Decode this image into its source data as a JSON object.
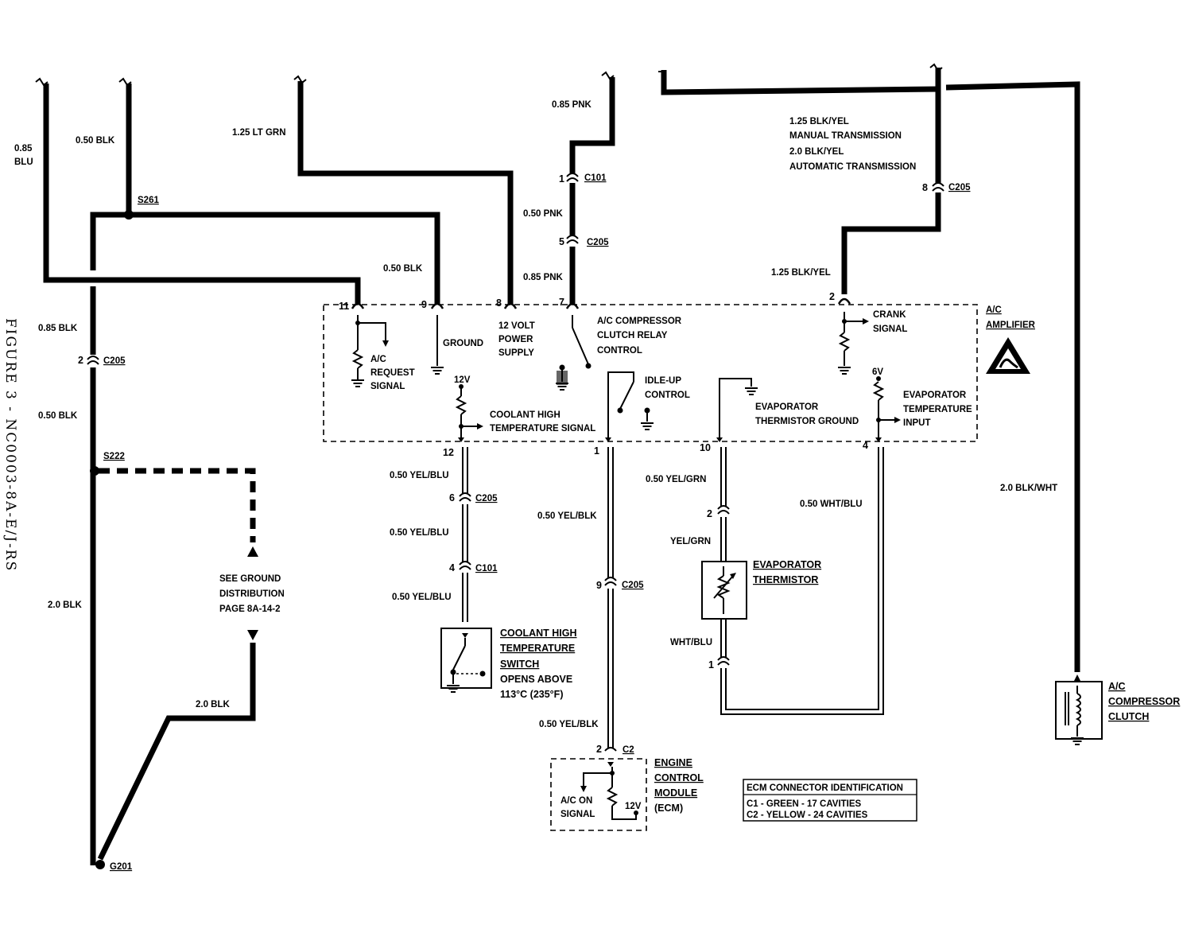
{
  "figure_caption": "FIGURE 3 - NC0003-8A-E/J-RS",
  "wires": {
    "w_085_blu": "0.85\nBLU",
    "w_050_blk_top": "0.50 BLK",
    "w_125_lt_grn": "1.25 LT GRN",
    "w_085_pnk_top": "0.85 PNK",
    "w_050_pnk": "0.50 PNK",
    "w_085_pnk_mid": "0.85 PNK",
    "w_050_blk_pin9": "0.50 BLK",
    "w_085_blk": "0.85 BLK",
    "w_050_blk_left": "0.50 BLK",
    "w_20_blk_left": "2.0 BLK",
    "w_20_blk_lower": "2.0 BLK",
    "trans_1": "1.25 BLK/YEL",
    "trans_2": "MANUAL TRANSMISSION",
    "trans_3": "2.0 BLK/YEL",
    "trans_4": "AUTOMATIC TRANSMISSION",
    "w_125_blk_yel": "1.25 BLK/YEL",
    "w_050_yel_blu_1": "0.50 YEL/BLU",
    "w_050_yel_blu_2": "0.50 YEL/BLU",
    "w_050_yel_blu_3": "0.50 YEL/BLU",
    "w_050_yel_blk_1": "0.50 YEL/BLK",
    "w_050_yel_blk_2": "0.50 YEL/BLK",
    "w_050_yel_grn": "0.50 YEL/GRN",
    "w_yel_grn": "YEL/GRN",
    "w_wht_blu": "WHT/BLU",
    "w_050_wht_blu": "0.50 WHT/BLU",
    "w_20_blk_wht": "2.0 BLK/WHT"
  },
  "connectors": {
    "c101_top": "C101",
    "c205_top": "C205",
    "c205_right": "C205",
    "c205_left": "C205",
    "c205_yelblu": "C205",
    "c101_yelblu": "C101",
    "c205_yelblk": "C205",
    "c2": "C2"
  },
  "splices": {
    "s261": "S261",
    "s222": "S222",
    "g201": "G201"
  },
  "pins": {
    "p11": "11",
    "p9": "9",
    "p8": "8",
    "p7": "7",
    "p2_amp": "2",
    "p12": "12",
    "p1": "1",
    "p10": "10",
    "p4": "4",
    "p1_c101": "1",
    "p5_c205": "5",
    "p8_c205": "8",
    "p2_c205": "2",
    "p6_c205": "6",
    "p4_c101": "4",
    "p9_c205": "9",
    "p2_c2": "2",
    "p2_therm": "2",
    "p1_therm": "1"
  },
  "amplifier": {
    "title_1": "A/C",
    "title_2": "AMPLIFIER",
    "ac_request_1": "A/C",
    "ac_request_2": "REQUEST",
    "ac_request_3": "SIGNAL",
    "ground": "GROUND",
    "power_1": "12 VOLT",
    "power_2": "POWER",
    "power_3": "SUPPLY",
    "relay_1": "A/C COMPRESSOR",
    "relay_2": "CLUTCH RELAY",
    "relay_3": "CONTROL",
    "crank_1": "CRANK",
    "crank_2": "SIGNAL",
    "v12": "12V",
    "coolant_1": "COOLANT HIGH",
    "coolant_2": "TEMPERATURE SIGNAL",
    "idle_1": "IDLE-UP",
    "idle_2": "CONTROL",
    "evap_gnd_1": "EVAPORATOR",
    "evap_gnd_2": "THERMISTOR GROUND",
    "v6": "6V",
    "evap_in_1": "EVAPORATOR",
    "evap_in_2": "TEMPERATURE",
    "evap_in_3": "INPUT"
  },
  "components": {
    "thermistor_1": "EVAPORATOR",
    "thermistor_2": "THERMISTOR",
    "switch_1": "COOLANT HIGH",
    "switch_2": "TEMPERATURE",
    "switch_3": "SWITCH",
    "switch_4": "OPENS ABOVE",
    "switch_5": "113°C (235°F)",
    "ecm_1": "ENGINE",
    "ecm_2": "CONTROL",
    "ecm_3": "MODULE",
    "ecm_4": "(ECM)",
    "ecm_sig_1": "A/C ON",
    "ecm_sig_2": "SIGNAL",
    "ecm_v12": "12V",
    "clutch_1": "A/C",
    "clutch_2": "COMPRESSOR",
    "clutch_3": "CLUTCH",
    "ground_ref_1": "SEE GROUND",
    "ground_ref_2": "DISTRIBUTION",
    "ground_ref_3": "PAGE 8A-14-2"
  },
  "ecm_connector_id": {
    "title": "ECM CONNECTOR IDENTIFICATION",
    "c1": "C1 - GREEN - 17 CAVITIES",
    "c2": "C2 - YELLOW - 24 CAVITIES"
  }
}
